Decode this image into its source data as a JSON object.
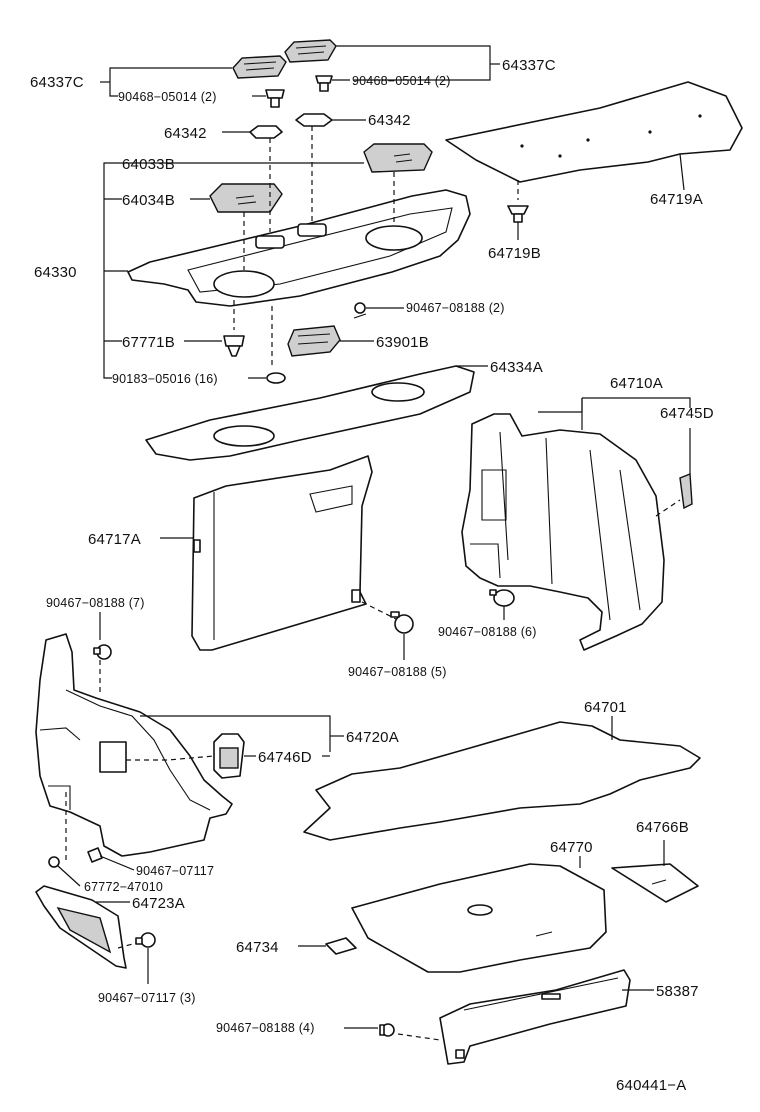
{
  "labels": {
    "l64337C_left": "64337C",
    "l64337C_right": "64337C",
    "l90468_left": "90468−05014 (2)",
    "l90468_right": "90468−05014 (2)",
    "l64342_left": "64342",
    "l64342_right": "64342",
    "l64033B": "64033B",
    "l64034B": "64034B",
    "l64330": "64330",
    "l67771B": "67771B",
    "l90183": "90183−05016 (16)",
    "l90467_08188_2": "90467−08188 (2)",
    "l63901B": "63901B",
    "l64719A": "64719A",
    "l64719B": "64719B",
    "l64334A": "64334A",
    "l64710A": "64710A",
    "l64745D": "64745D",
    "l64717A": "64717A",
    "l90467_08188_7": "90467−08188 (7)",
    "l90467_08188_6": "90467−08188 (6)",
    "l90467_08188_5": "90467−08188 (5)",
    "l64720A": "64720A",
    "l64746D": "64746D",
    "l64701": "64701",
    "l90467_07117": "90467−07117",
    "l67772": "67772−47010",
    "l64723A": "64723A",
    "l64766B": "64766B",
    "l64770": "64770",
    "l64734": "64734",
    "l58387": "58387",
    "l90467_07117_3": "90467−07117 (3)",
    "l90467_08188_4": "90467−08188 (4)",
    "diagram_id": "640441−A"
  }
}
